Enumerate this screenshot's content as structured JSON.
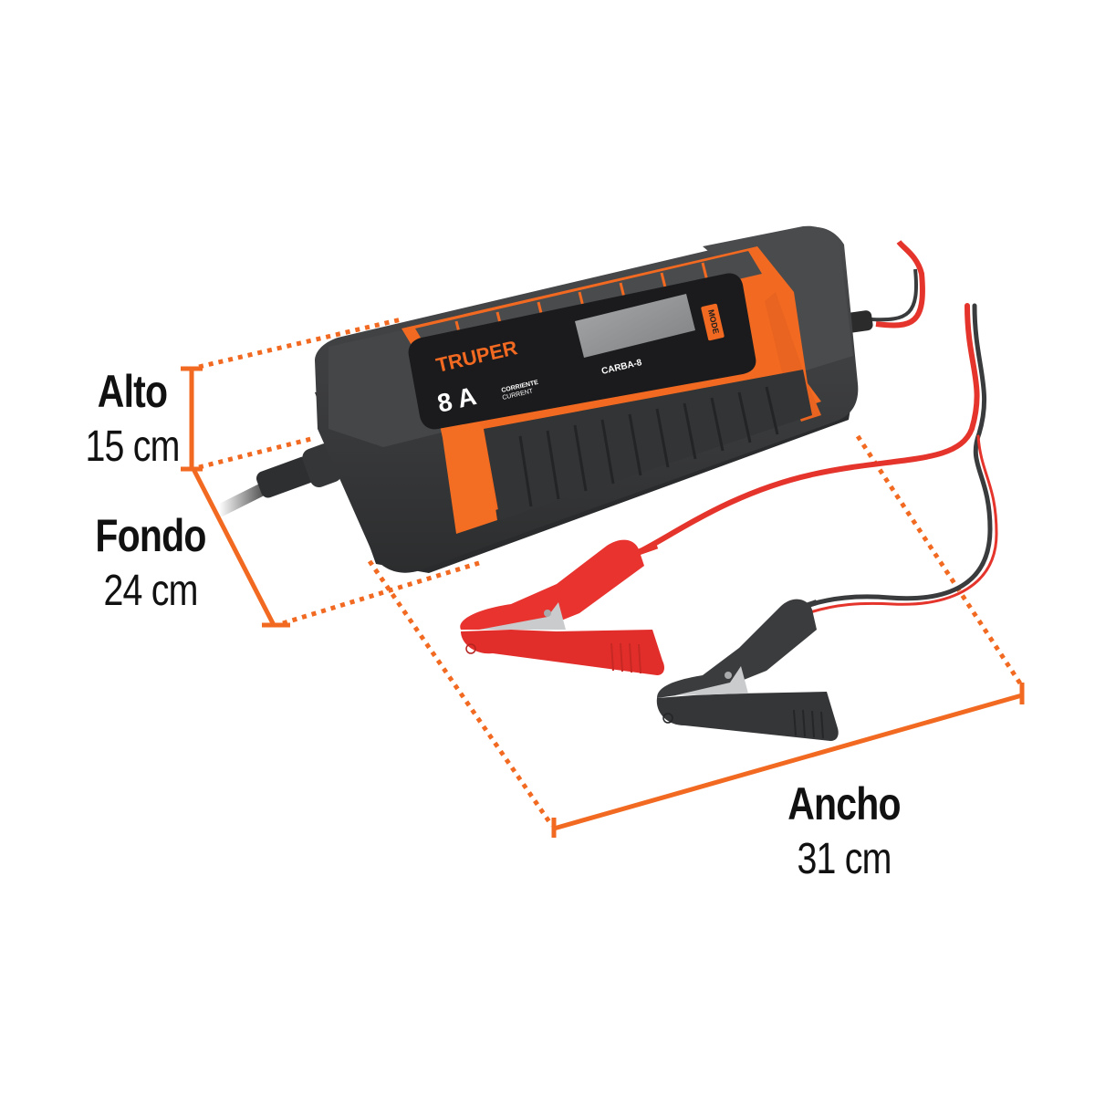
{
  "product": {
    "brand": "TRUPER",
    "current_value": "8 A",
    "current_label_es": "CORRIENTE",
    "current_label_en": "CURRENT",
    "model": "CARBA-8",
    "mode_button": "MODE"
  },
  "dimensions": {
    "alto": {
      "label": "Alto",
      "value": "15 cm"
    },
    "fondo": {
      "label": "Fondo",
      "value": "24 cm"
    },
    "ancho": {
      "label": "Ancho",
      "value": "31 cm"
    }
  },
  "colors": {
    "accent_orange": "#f26a21",
    "body_dark": "#3a3b3c",
    "panel_black": "#1b1b1d",
    "clamp_red": "#e8332f",
    "clamp_black": "#3b3c3d",
    "cable_red": "#e5342b",
    "lcd_gray": "#9a9c9e"
  }
}
